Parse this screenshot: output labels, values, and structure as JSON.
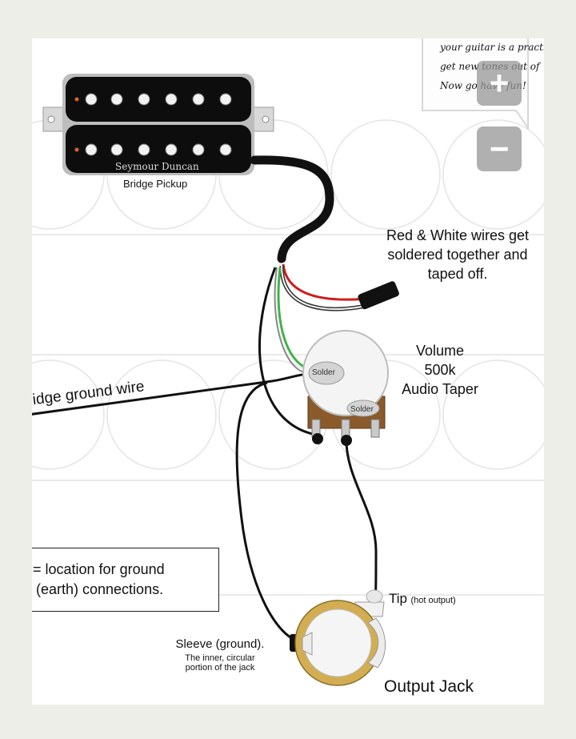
{
  "pickup": {
    "brand": "Seymour Duncan",
    "caption": "Bridge Pickup"
  },
  "note": {
    "line1": "Red & White wires get",
    "line2": "soldered together and",
    "line3": "taped off."
  },
  "volume": {
    "line1": "Volume",
    "line2": "500k",
    "line3": "Audio Taper",
    "solder_left": "Solder",
    "solder_right": "Solder"
  },
  "bridge_wire": "ridge ground wire",
  "legend": {
    "line1": "= location for ground",
    "line2": "(earth) connections."
  },
  "jack": {
    "tip_label": "Tip",
    "tip_note": "(hot output)",
    "sleeve_label": "Sleeve (ground).",
    "sleeve_note1": "The inner, circular",
    "sleeve_note2": "portion of the jack",
    "title": "Output Jack"
  },
  "handwritten": {
    "line1": "your guitar is a practi",
    "line2": "get new tones out of",
    "line3": "Now go have fun!"
  },
  "zoom": {
    "plus": "+",
    "minus": "−"
  },
  "colors": {
    "hot_red": "#d21a1a",
    "ground_green": "#3fb54a",
    "wire_black": "#111111",
    "jack_brass": "#d3ad52"
  }
}
